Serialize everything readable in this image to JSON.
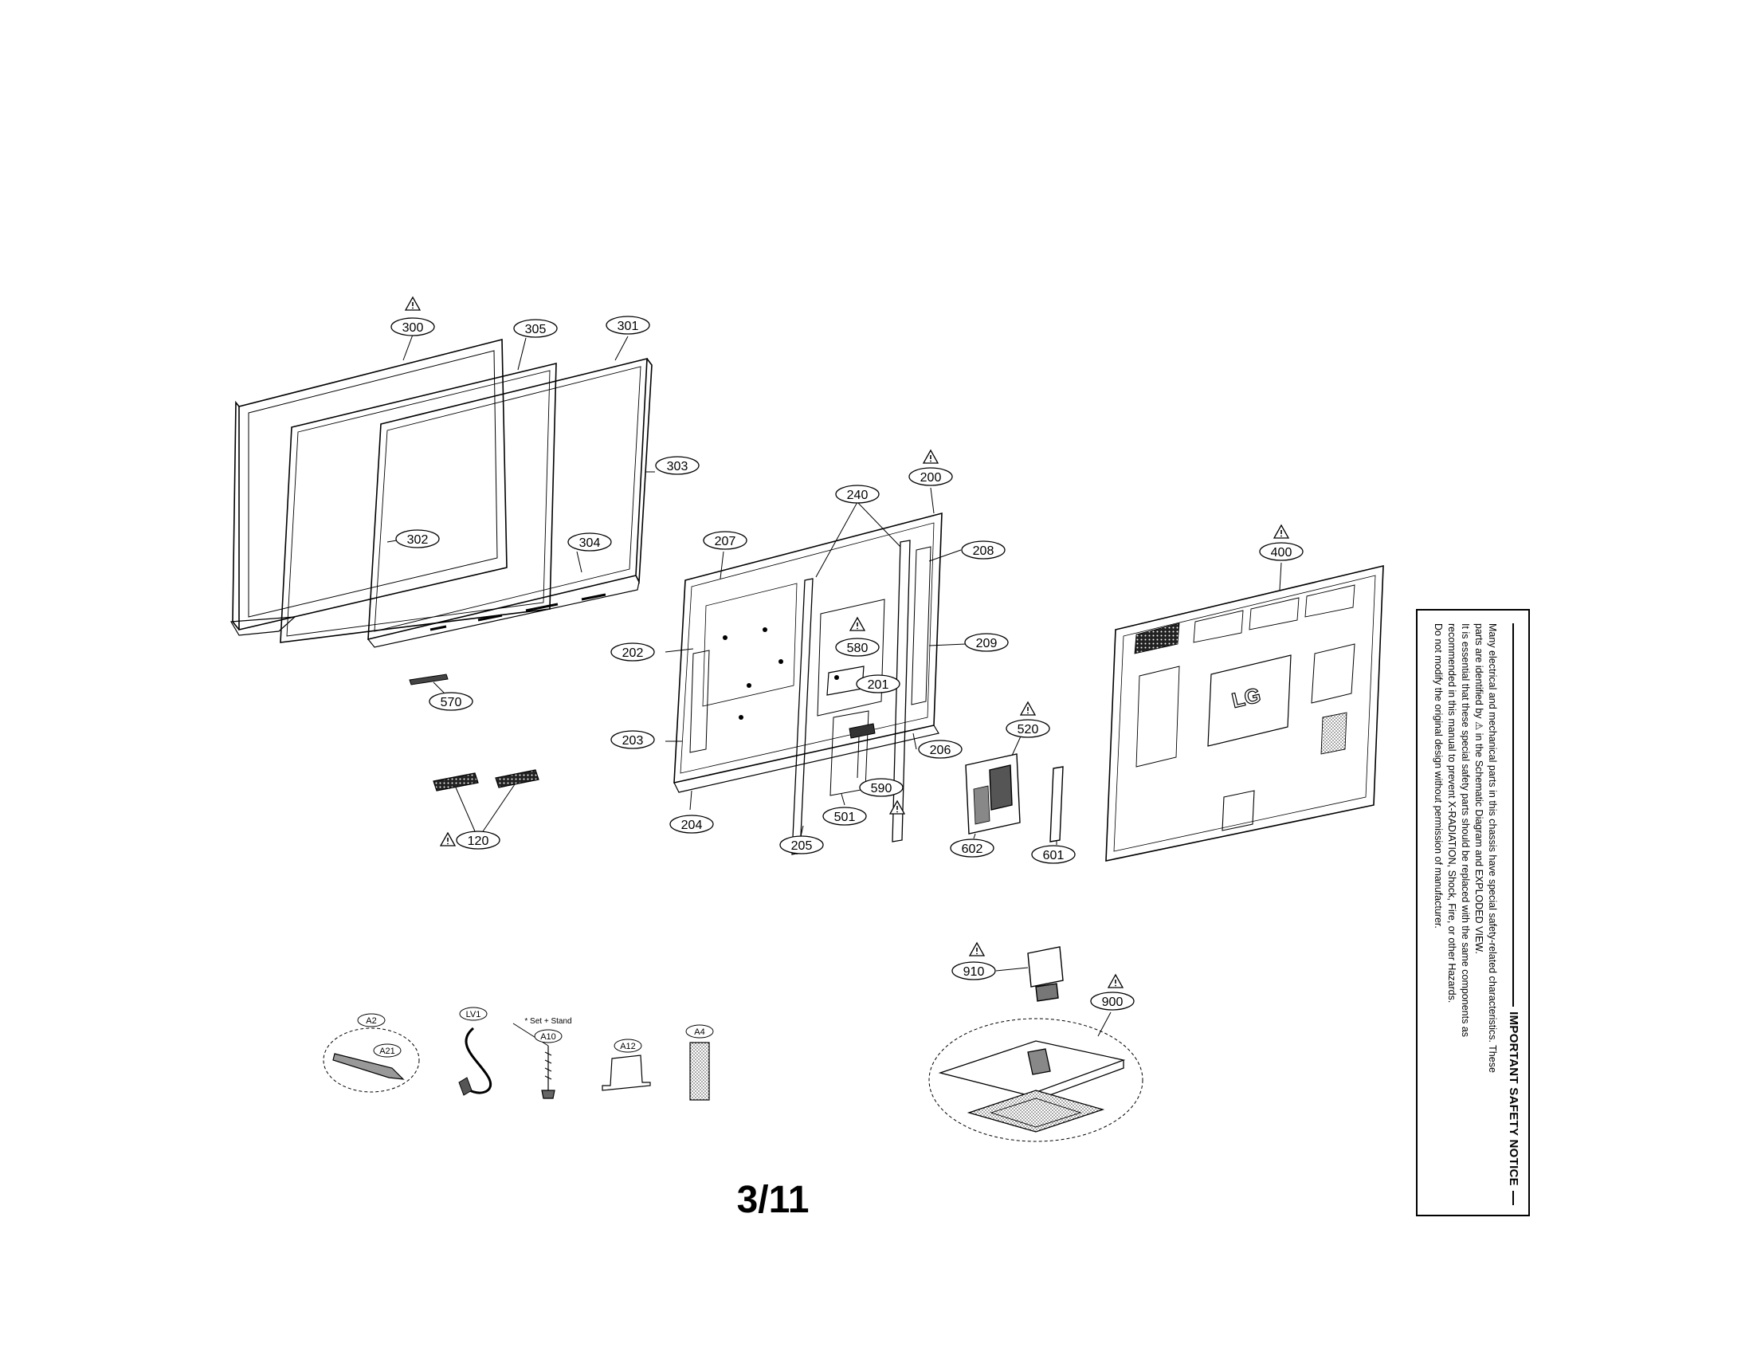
{
  "page_number": "3/11",
  "safety_notice": {
    "title": "IMPORTANT SAFETY NOTICE",
    "lines": [
      "Many electrical and mechanical parts in this chassis have special safety-related characteristics. These",
      "parts are identified by ⚠ in the Schematic Diagram and EXPLODED VIEW.",
      "It is essential that these special safety parts should be replaced with the same components as",
      "recommended in this manual to prevent X-RADIATION, Shock, Fire, or other Hazards.",
      "Do not modify the original design without permission of manufacturer."
    ]
  },
  "part_labels": {
    "p300": "300",
    "p305": "305",
    "p301": "301",
    "p303": "303",
    "p302": "302",
    "p304": "304",
    "p570": "570",
    "p120": "120",
    "p240": "240",
    "p200": "200",
    "p207": "207",
    "p208": "208",
    "p202": "202",
    "p580": "580",
    "p201": "201",
    "p209": "209",
    "p203": "203",
    "p206": "206",
    "p590": "590",
    "p204": "204",
    "p501": "501",
    "p205": "205",
    "p520": "520",
    "p602": "602",
    "p601": "601",
    "p400": "400",
    "p910": "910",
    "p900": "900",
    "a2": "A2",
    "a21": "A21",
    "lv1": "LV1",
    "a10": "A10",
    "a12": "A12",
    "a4": "A4"
  },
  "accessory_note": "* Set + Stand",
  "back_cover_logo": "LG"
}
